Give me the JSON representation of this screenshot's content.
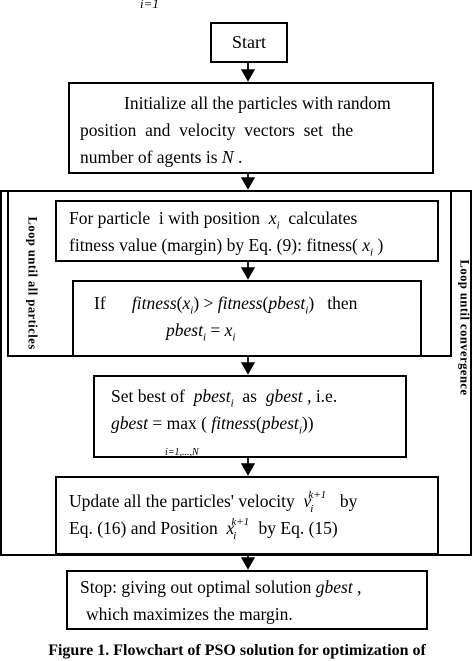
{
  "start": "Start",
  "init": {
    "line1": "Initialize all the particles with random",
    "line2": "position  and  velocity  vectors  set  the",
    "line3_pre": "number of agents is ",
    "N": "N",
    "line3_post": " ."
  },
  "fitness": {
    "line1_pre": "For particle  i with position  ",
    "xi": "x",
    "line1_post": "  calculates",
    "line2_pre": "fitness value (margin) by Eq. (9): fitness( ",
    "line2_post": " )"
  },
  "ifbox": {
    "if_word": "If",
    "fit_l": "fitness",
    "x": "x",
    "gt": ") > ",
    "fit_r": "fitness",
    "pbest": "pbest",
    "close": ")",
    "then": "then",
    "eq": " = "
  },
  "gbestbox": {
    "line1_pre": "Set best of  ",
    "pbest": "pbest",
    "as": "  as  ",
    "gbest": "gbest",
    "line1_post": " , i.e.",
    "eq": " = ",
    "max": "max",
    "range": "i=1,...,N",
    "fitness": "fitness",
    "pbest2": "pbest",
    "close": "))"
  },
  "update": {
    "line1_pre": "Update all the particles' velocity  ",
    "v": "v",
    "sup": "k+1",
    "line1_post": "  by",
    "line2_pre": "Eq. (16) and Position  ",
    "x": "x",
    "line2_post": " by Eq. (15)"
  },
  "stop": {
    "line1_pre": "Stop: giving out optimal solution ",
    "gbest": "gbest",
    "line1_post": " ,",
    "line2": "which maximizes the margin."
  },
  "inner_loop_label": "Loop until all particles",
  "outer_loop_label": "Loop until convergence",
  "caption": "Figure  1.  Flowchart  of  PSO  solution  for  optimization  of",
  "top_fragment": "i=1"
}
